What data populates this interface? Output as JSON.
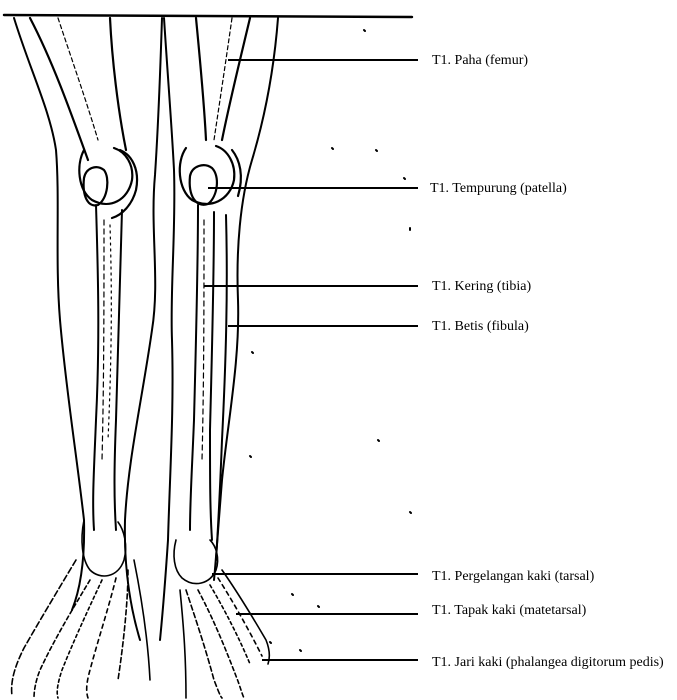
{
  "diagram": {
    "labels": [
      {
        "id": "femur",
        "text": "T1. Paha (femur)"
      },
      {
        "id": "patella",
        "text": "T1. Tempurung (patella)"
      },
      {
        "id": "tibia",
        "text": "T1. Kering (tibia)"
      },
      {
        "id": "fibula",
        "text": "T1. Betis (fibula)"
      },
      {
        "id": "tarsal",
        "text": "T1. Pergelangan kaki (tarsal)"
      },
      {
        "id": "metatarsal",
        "text": "T1. Tapak kaki (matetarsal)"
      },
      {
        "id": "phalanges",
        "text": "T1. Jari kaki (phalangea digitorum pedis)"
      }
    ],
    "colors": {
      "ink": "#000000",
      "paper": "#ffffff"
    }
  }
}
